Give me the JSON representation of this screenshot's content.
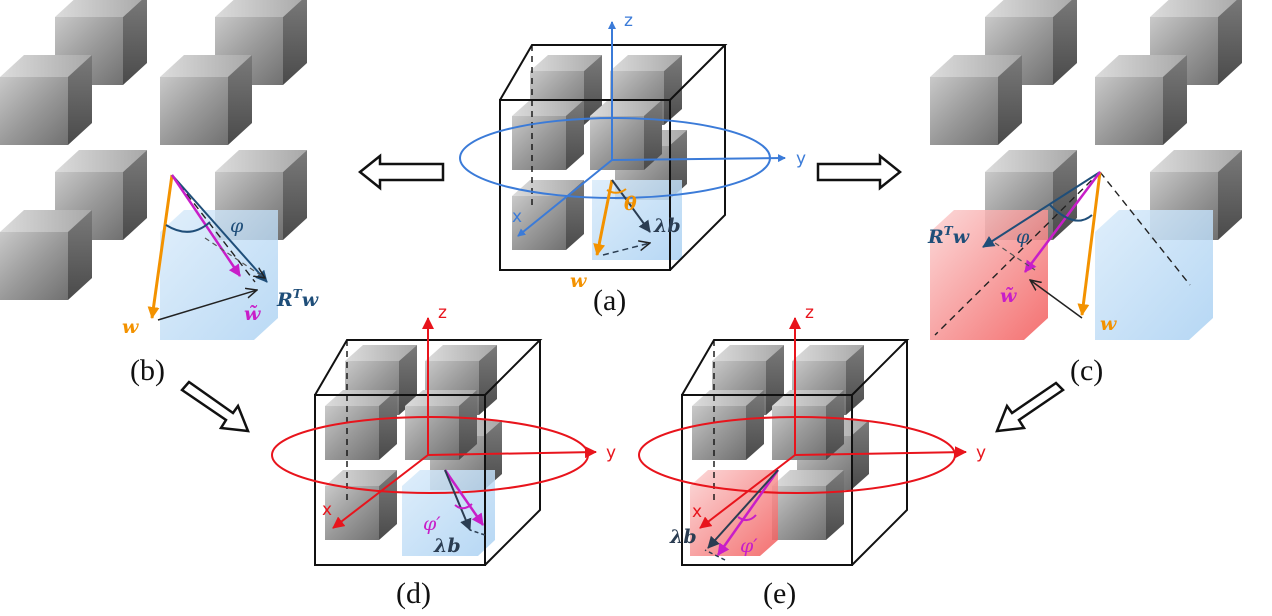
{
  "panels": {
    "a": {
      "label": "(a)"
    },
    "b": {
      "label": "(b)"
    },
    "c": {
      "label": "(c)"
    },
    "d": {
      "label": "(d)"
    },
    "e": {
      "label": "(e)"
    }
  },
  "axes": {
    "z": "z",
    "y": "y",
    "x": "x"
  },
  "vectors": {
    "w": "w",
    "lambda_b": "λb",
    "R_T_w": "R",
    "R_T_sup": "T",
    "R_T_w_tail": "w",
    "w_tilde": "w̃"
  },
  "angles": {
    "theta": "θ",
    "phi": "φ",
    "phi_prime": "φ′"
  },
  "colors": {
    "blue_axis": "#3b7bd8",
    "red_axis": "#e8141c",
    "orange_w": "#f39200",
    "magenta": "#c81ec8",
    "dark": "#2b3d52",
    "navy": "#1f4e79"
  }
}
